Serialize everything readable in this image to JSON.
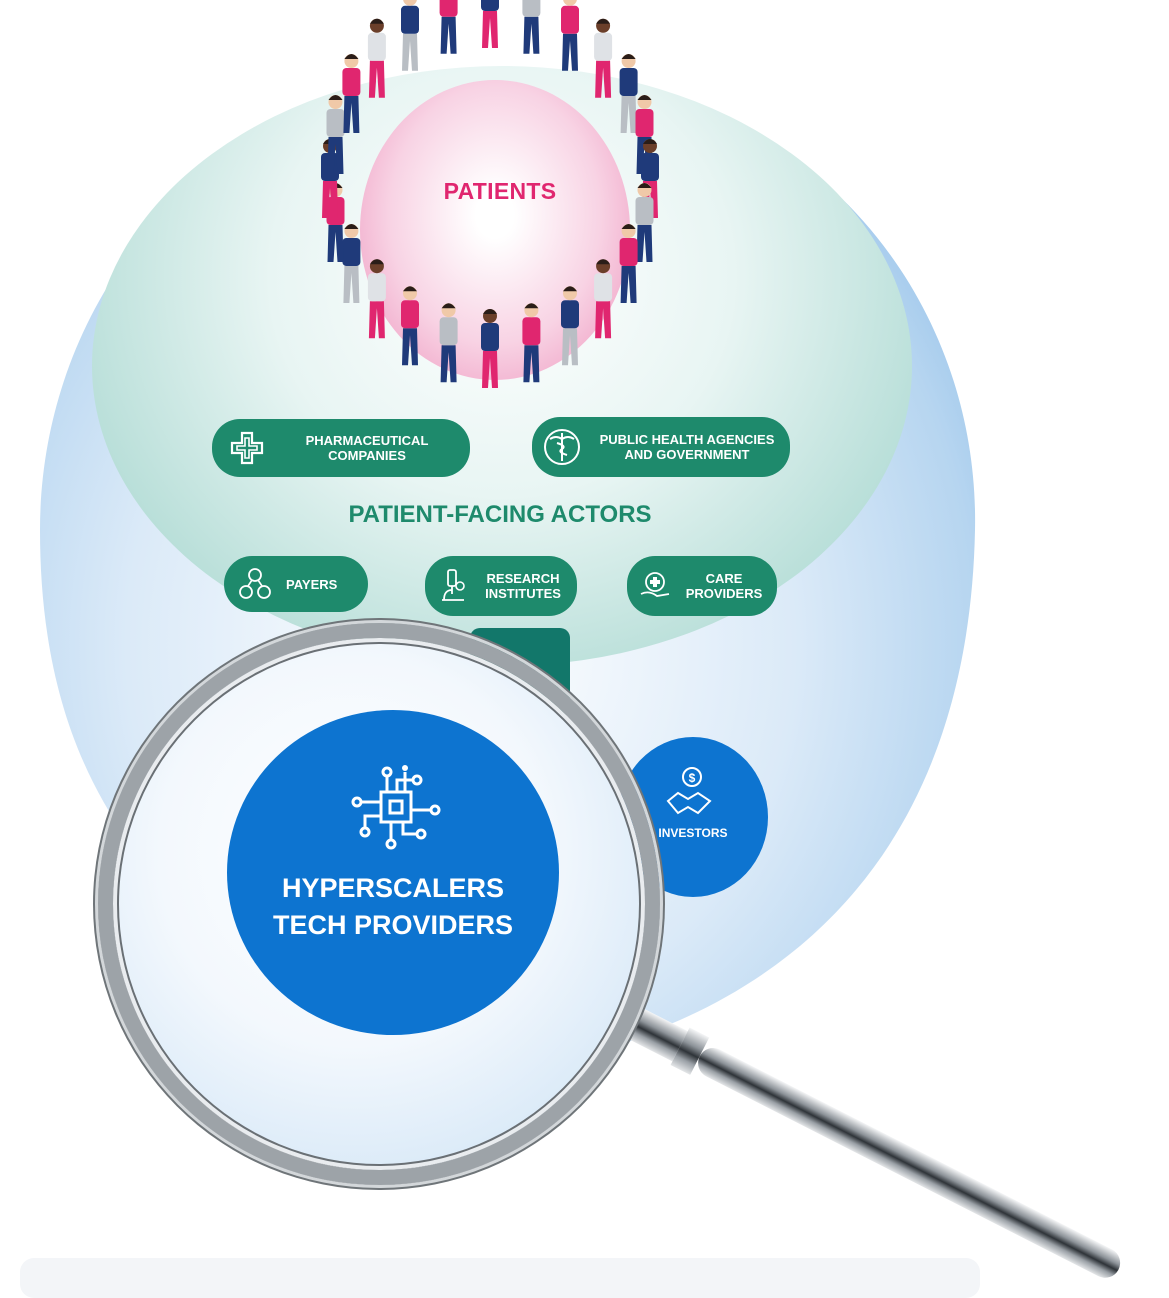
{
  "core": {
    "label": "PATIENTS"
  },
  "section_title": "PATIENT-FACING ACTORS",
  "actors": {
    "pharma": "PHARMACEUTICAL\nCOMPANIES",
    "public_health": "PUBLIC HEALTH AGENCIES\nAND GOVERNMENT",
    "payers": "PAYERS",
    "research": "RESEARCH\nINSTITUTES",
    "care": "CARE\nPROVIDERS"
  },
  "investors": {
    "label": "INVESTORS"
  },
  "highlight": {
    "line1": "HYPERSCALERS",
    "line2": "TECH PROVIDERS"
  },
  "colors": {
    "patients_accent": "#e0266f",
    "actor_green": "#1e8a6c",
    "tech_blue": "#0d74d0",
    "outer_blue": "#a9cfee"
  },
  "icons": [
    "plus-cross-icon",
    "caduceus-icon",
    "payers-icon",
    "microscope-icon",
    "care-hand-icon",
    "handshake-dollar-icon",
    "circuit-chip-icon"
  ]
}
